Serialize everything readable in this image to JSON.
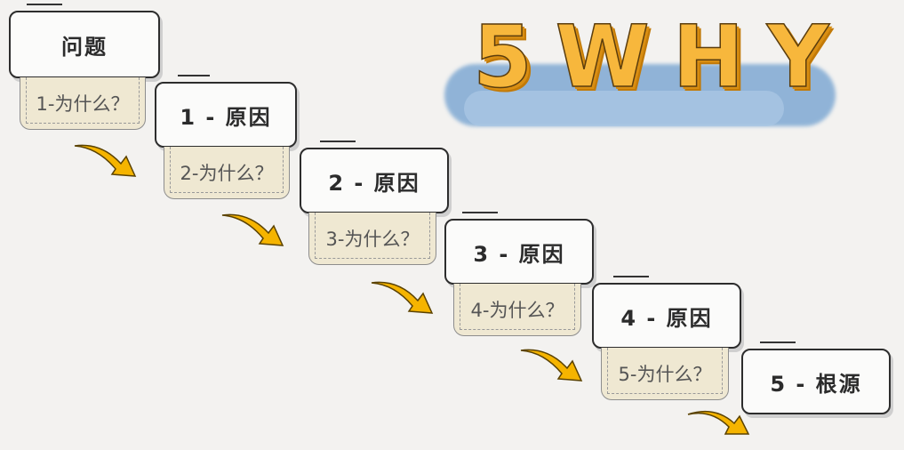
{
  "title": "5WHY",
  "steps": [
    {
      "box": "问题",
      "why": "1-为什么？"
    },
    {
      "box": "1 - 原因",
      "why": "2-为什么？"
    },
    {
      "box": "2 - 原因",
      "why": "3-为什么？"
    },
    {
      "box": "3 - 原因",
      "why": "4-为什么？"
    },
    {
      "box": "4 - 原因",
      "why": "5-为什么？"
    },
    {
      "box": "5 - 根源"
    }
  ],
  "colors": {
    "title": "#f7b73c",
    "title_bg": "#7fa9d3",
    "arrow": "#f5b400",
    "why_bg": "#efe8d2"
  }
}
